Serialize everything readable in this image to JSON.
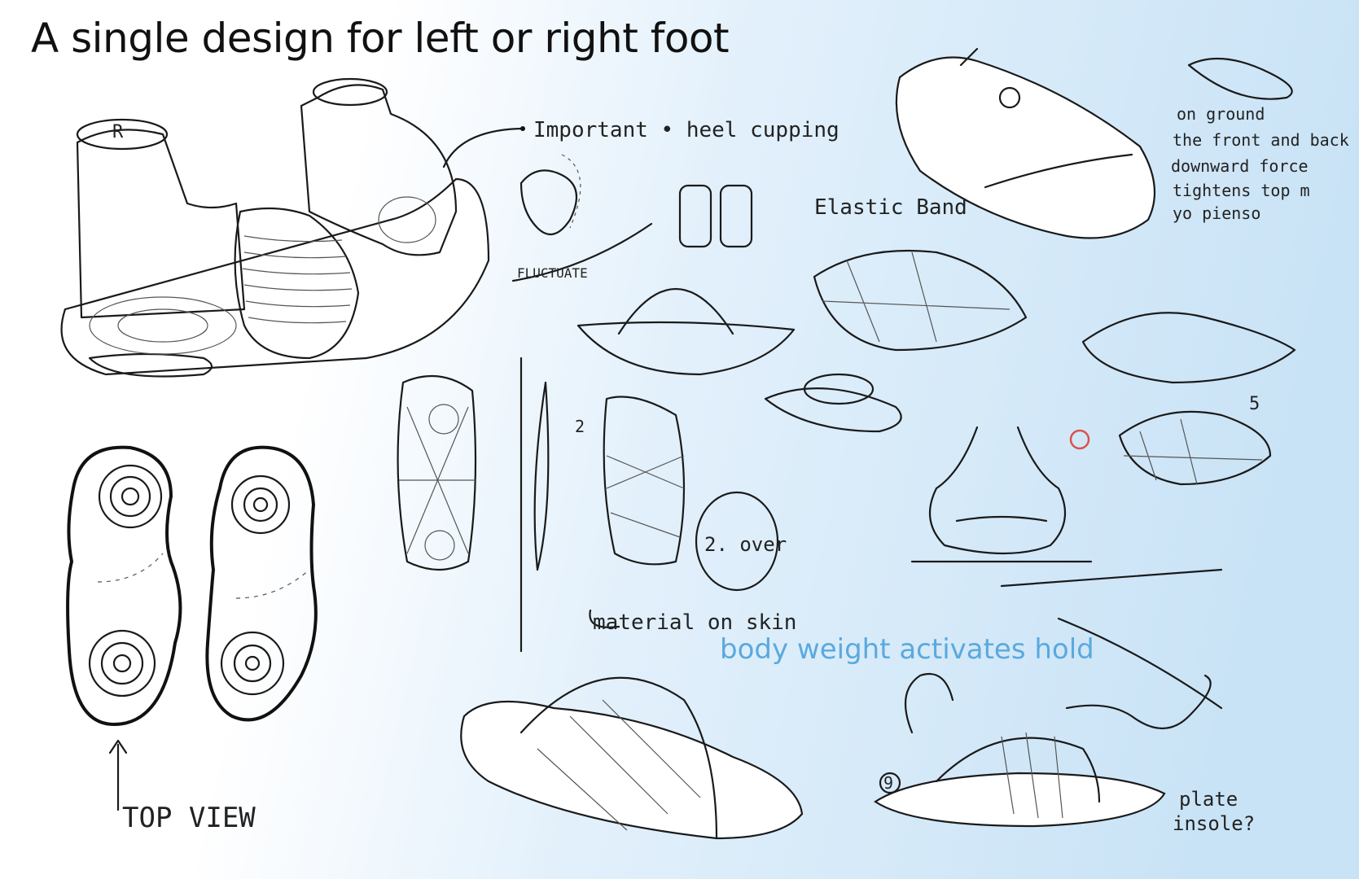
{
  "title": "A single design for left or right foot",
  "caption": "body weight activates hold",
  "notes": {
    "heel": "Important • heel cupping",
    "fluctuate": "FLUCTUATE",
    "elastic": "Elastic Band",
    "ground": [
      "on ground",
      "the front and back",
      "downward force",
      "tightens top m",
      "yo pienso"
    ],
    "material": "material on skin",
    "topview": "TOP VIEW",
    "plate": [
      "plate",
      "insole?"
    ],
    "over": "2. over",
    "num5": "5",
    "num9": "9",
    "num2": "2",
    "rp": "R"
  },
  "colors": {
    "background_tint": "#cfe6f7",
    "caption": "#5aa9dd",
    "red_mark": "#d9534f"
  }
}
